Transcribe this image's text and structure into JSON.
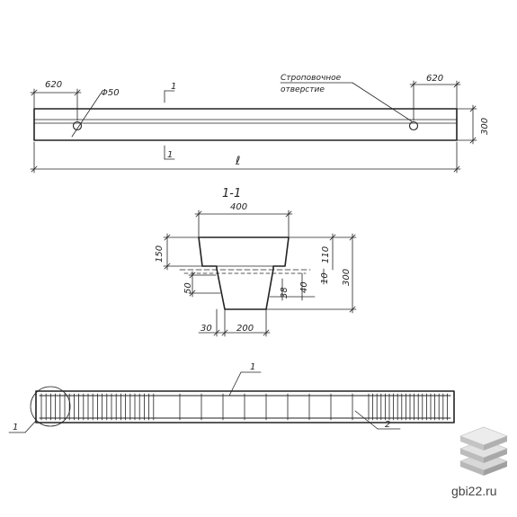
{
  "plan": {
    "end_offset_left": "620",
    "end_offset_right": "620",
    "hole_diameter": "Φ50",
    "lifting_hole_line1": "Строповочное",
    "lifting_hole_line2": "отверстие",
    "section_mark_top": "1",
    "section_mark_bottom": "1",
    "length": "ℓ",
    "height": "300"
  },
  "section": {
    "title": "1-1",
    "top_width": "400",
    "bottom_width": "200",
    "bottom_offset": "30",
    "left_top_height": "150",
    "left_step": "50",
    "right_top_height": "110",
    "right_step": "10",
    "right_small_1": "38",
    "right_small_2": "40",
    "total_height": "300"
  },
  "reinforcement": {
    "callout_1": "1",
    "callout_2": "2",
    "callout_left": "1"
  },
  "footer": {
    "site": "gbi22.ru"
  },
  "colors": {
    "line": "#222222",
    "logo_top": "#d8d8d8",
    "logo_side": "#a8a8a8"
  }
}
